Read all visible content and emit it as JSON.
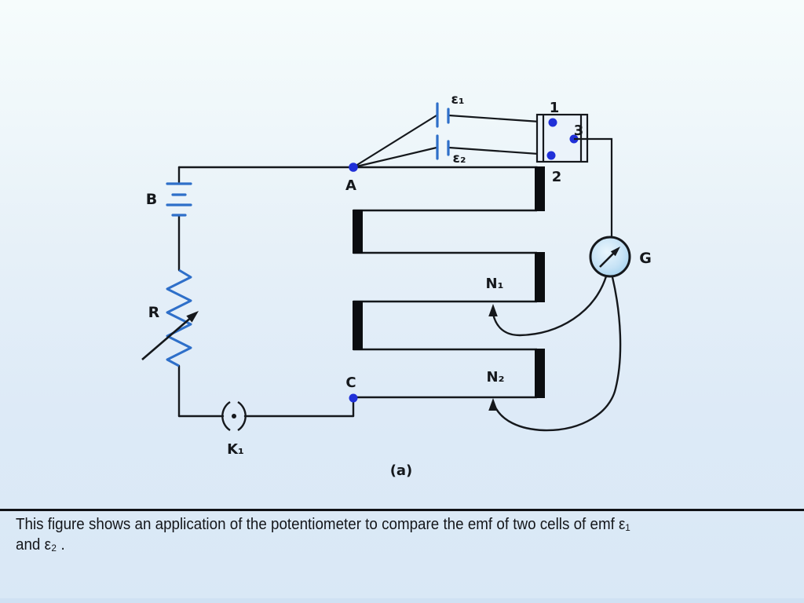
{
  "diagram": {
    "labels": {
      "battery": "B",
      "rheostat": "R",
      "key": "K₁",
      "point_a": "A",
      "point_c": "C",
      "wire_n1": "N₁",
      "wire_n2": "N₂",
      "galvanometer": "G",
      "cell_1": "ε₁",
      "cell_2": "ε₂",
      "terminal_1": "1",
      "terminal_2": "2",
      "terminal_3": "3",
      "subfigure": "(a)"
    },
    "colors": {
      "wire_black": "#15181c",
      "component_blue": "#2e6fc9",
      "terminal_dot_blue": "#2030d8",
      "galvanometer_fill": "#b9ddf4",
      "background_top": "#f6fcfc",
      "background_bottom": "#d9e8f6"
    }
  },
  "caption": {
    "line1": "This figure shows an application of the potentiometer to compare the emf of two cells of emf ε₁",
    "line2": "and ε₂ ."
  }
}
